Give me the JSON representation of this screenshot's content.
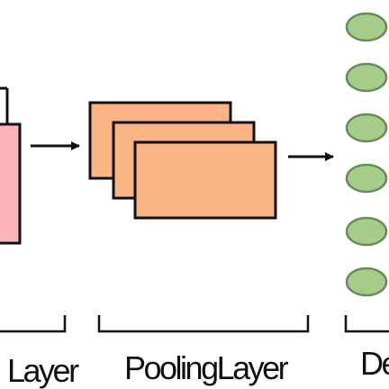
{
  "diagram": {
    "labels": {
      "left_partial": "Layer",
      "pooling": "PoolingLayer",
      "right_partial": "De"
    },
    "colors": {
      "conv_fill": "#fbb5b9",
      "pool_fill": "#fbb485",
      "node_fill": "#a6cc8a",
      "node_stroke": "#6a8a5a",
      "stroke": "#111111"
    },
    "pooling_map_count": 3,
    "dense_node_count": 6
  }
}
